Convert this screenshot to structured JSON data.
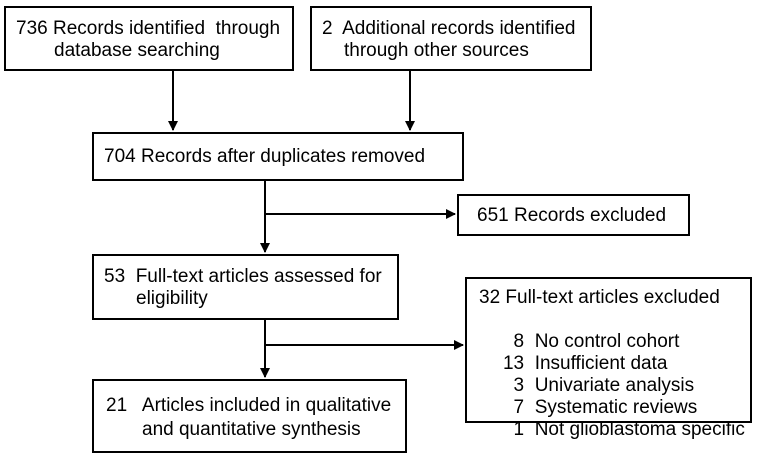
{
  "boxes": {
    "identified_db": {
      "line1": "736 Records identified  through",
      "line2": "database searching"
    },
    "identified_other": {
      "line1": "2  Additional records identified",
      "line2": "through other sources"
    },
    "after_duplicates": {
      "text": "704 Records after duplicates removed"
    },
    "records_excluded": {
      "text": "651 Records excluded"
    },
    "fulltext_assessed": {
      "line1": "53  Full-text articles assessed for",
      "line2": "eligibility"
    },
    "fulltext_excluded": {
      "title": "32 Full-text articles excluded",
      "reasons": [
        {
          "count": "8",
          "label": "No control cohort"
        },
        {
          "count": "13",
          "label": "Insufficient data"
        },
        {
          "count": "3",
          "label": "Univariate analysis"
        },
        {
          "count": "7",
          "label": "Systematic reviews"
        },
        {
          "count": "1",
          "label": "Not glioblastoma specific"
        }
      ]
    },
    "included": {
      "line1": "21   Articles included in qualitative",
      "line2": "and quantitative synthesis"
    }
  }
}
